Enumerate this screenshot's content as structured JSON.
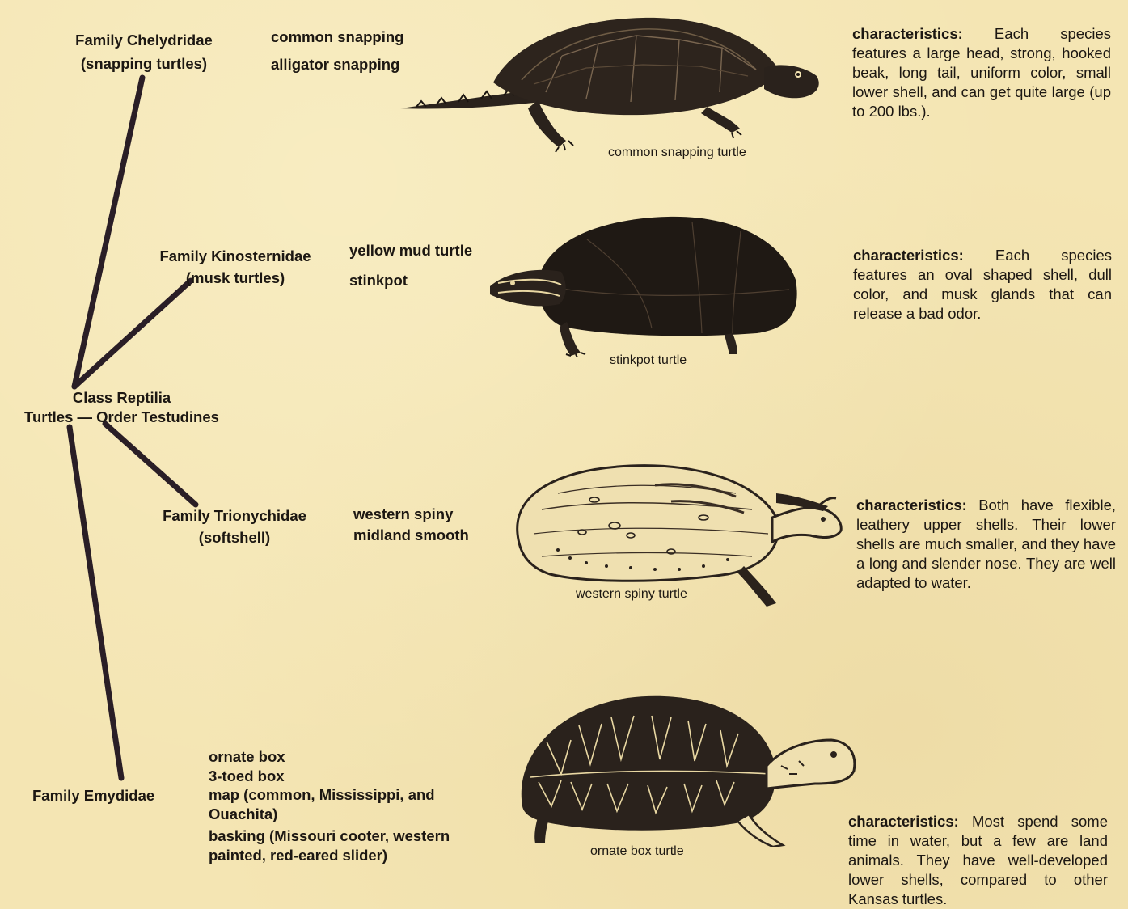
{
  "root": {
    "class_line": "Class Reptilia",
    "order_line": "Turtles — Order Testudines"
  },
  "families": [
    {
      "name": "Family Chelydridae",
      "common": "(snapping turtles)",
      "species": [
        "common snapping",
        "alligator snapping"
      ],
      "illustration_caption": "common snapping turtle",
      "characteristics_label": "characteristics:",
      "characteristics_text": " Each species features a large head, strong, hooked beak, long tail, uniform color, small lower shell, and can get quite large (up to 200 lbs.)."
    },
    {
      "name": "Family Kinosternidae",
      "common": "(musk turtles)",
      "species": [
        "yellow mud turtle",
        "stinkpot"
      ],
      "illustration_caption": "stinkpot turtle",
      "characteristics_label": "characteristics:",
      "characteristics_text": " Each species features an oval shaped shell, dull color, and musk glands that can release a bad odor."
    },
    {
      "name": "Family Trionychidae",
      "common": "(softshell)",
      "species": [
        "western spiny",
        "midland smooth"
      ],
      "illustration_caption": "western spiny turtle",
      "characteristics_label": "characteristics:",
      "characteristics_text": " Both have flexible, leathery upper shells. Their lower shells are much smaller, and they have a long and slender nose. They are well adapted to water."
    },
    {
      "name": "Family Emydidae",
      "common": "",
      "species": [
        "ornate box",
        "3-toed box",
        "map (common, Mississippi, and Ouachita)",
        "basking (Missouri cooter, western painted, red-eared slider)"
      ],
      "illustration_caption": "ornate box turtle",
      "characteristics_label": "characteristics:",
      "characteristics_text": " Most spend some time in water, but a few are land animals. They have well-developed lower shells, compared to other Kansas turtles."
    }
  ],
  "colors": {
    "paper": "#f4e5b3",
    "ink": "#1c1712",
    "tree_line": "#2a1e26"
  }
}
